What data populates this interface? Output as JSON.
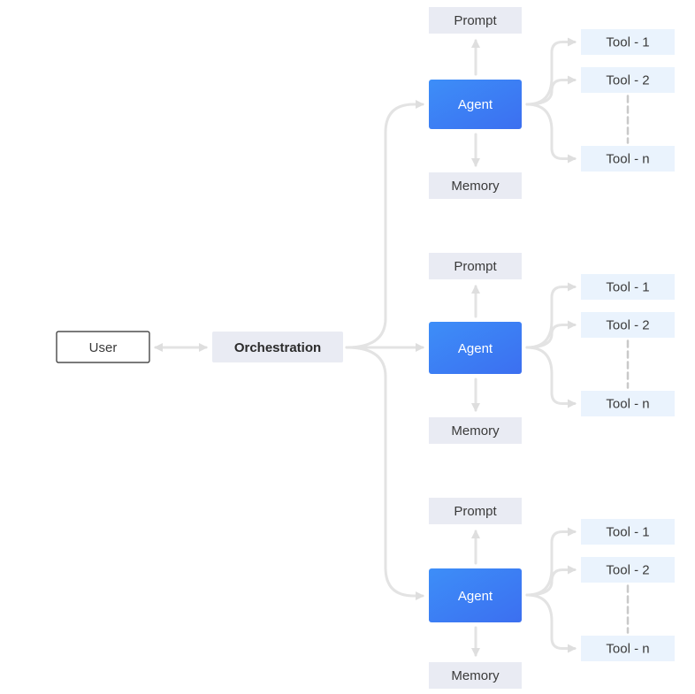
{
  "user": {
    "label": "User"
  },
  "orchestration": {
    "label": "Orchestration"
  },
  "groups": [
    {
      "prompt": "Prompt",
      "agent": "Agent",
      "memory": "Memory",
      "tools": [
        "Tool - 1",
        "Tool - 2",
        "Tool - n"
      ]
    },
    {
      "prompt": "Prompt",
      "agent": "Agent",
      "memory": "Memory",
      "tools": [
        "Tool - 1",
        "Tool - 2",
        "Tool - n"
      ]
    },
    {
      "prompt": "Prompt",
      "agent": "Agent",
      "memory": "Memory",
      "tools": [
        "Tool - 1",
        "Tool - 2",
        "Tool - n"
      ]
    }
  ],
  "colors": {
    "agent_gradient_start": "#3b7ff5",
    "agent_gradient_end": "#4f8cf7",
    "connector": "#e3e3e3",
    "box_fill": "#e9ebf3",
    "tool_fill": "#eaf3fd",
    "dashed": "#c9c9c9"
  }
}
